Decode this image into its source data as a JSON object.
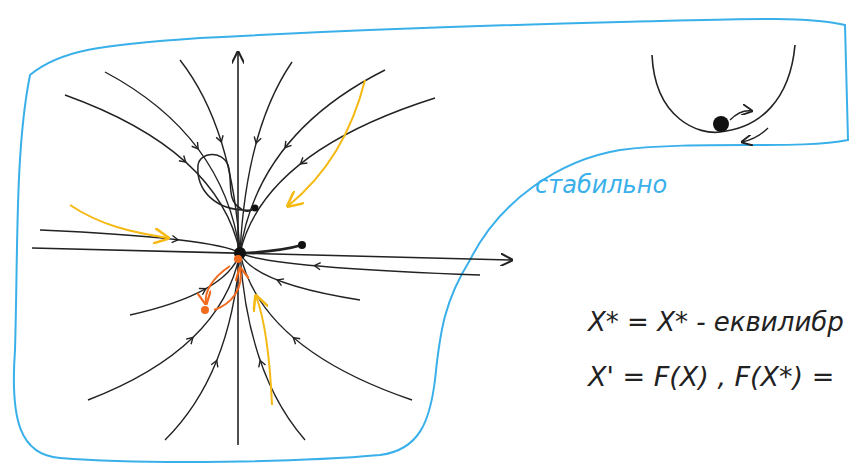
{
  "diagram": {
    "labels": [
      "стабильно",
      "X* = X* - еквилибр",
      "X' = F(X) , F(X*) ="
    ]
  }
}
